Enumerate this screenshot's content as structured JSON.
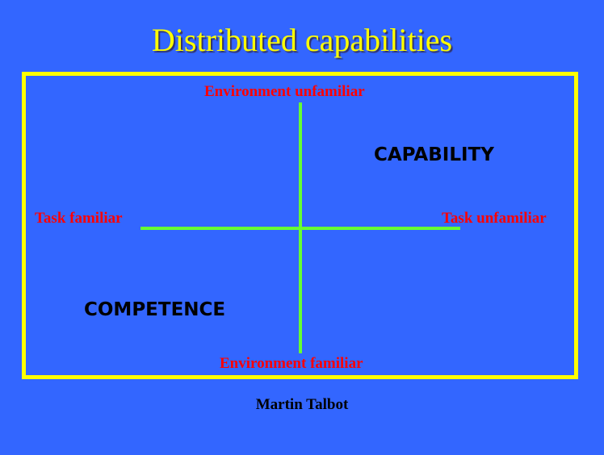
{
  "slide": {
    "title": "Distributed capabilities",
    "axes": {
      "top": "Environment unfamiliar",
      "bottom": "Environment familiar",
      "left": "Task familiar",
      "right": "Task unfamiliar"
    },
    "quadrants": {
      "top_right": "CAPABILITY",
      "bottom_left": "COMPETENCE"
    },
    "author": "Martin Talbot",
    "colors": {
      "background": "#3366FF",
      "title": "#FFFF00",
      "frame": "#FFFF00",
      "axis_lines": "#66FF33",
      "axis_labels": "#FF0000"
    }
  }
}
